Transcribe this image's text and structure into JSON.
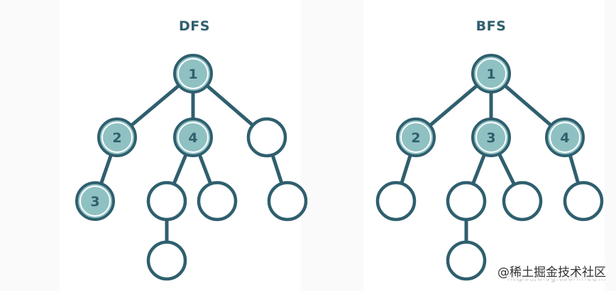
{
  "colors": {
    "edge": "#2f5f6e",
    "node_stroke": "#2f5f6e",
    "visited_fill": "#8fc1c3",
    "unvisited_fill": "#ffffff",
    "label": "#2f5f6e"
  },
  "diagrams": [
    {
      "title": "DFS",
      "nodes": [
        {
          "id": "r",
          "label": "1",
          "visited": true
        },
        {
          "id": "a",
          "label": "2",
          "visited": true
        },
        {
          "id": "b",
          "label": "4",
          "visited": true
        },
        {
          "id": "c",
          "label": "",
          "visited": false
        },
        {
          "id": "a1",
          "label": "3",
          "visited": true
        },
        {
          "id": "b1",
          "label": "",
          "visited": false
        },
        {
          "id": "b2",
          "label": "",
          "visited": false
        },
        {
          "id": "c1",
          "label": "",
          "visited": false
        },
        {
          "id": "b1a",
          "label": "",
          "visited": false
        }
      ],
      "edges": [
        [
          "r",
          "a"
        ],
        [
          "r",
          "b"
        ],
        [
          "r",
          "c"
        ],
        [
          "a",
          "a1"
        ],
        [
          "b",
          "b1"
        ],
        [
          "b",
          "b2"
        ],
        [
          "c",
          "c1"
        ],
        [
          "b1",
          "b1a"
        ]
      ]
    },
    {
      "title": "BFS",
      "nodes": [
        {
          "id": "r",
          "label": "1",
          "visited": true
        },
        {
          "id": "a",
          "label": "2",
          "visited": true
        },
        {
          "id": "b",
          "label": "3",
          "visited": true
        },
        {
          "id": "c",
          "label": "4",
          "visited": true
        },
        {
          "id": "a1",
          "label": "",
          "visited": false
        },
        {
          "id": "b1",
          "label": "",
          "visited": false
        },
        {
          "id": "b2",
          "label": "",
          "visited": false
        },
        {
          "id": "c1",
          "label": "",
          "visited": false
        },
        {
          "id": "b1a",
          "label": "",
          "visited": false
        }
      ],
      "edges": [
        [
          "r",
          "a"
        ],
        [
          "r",
          "b"
        ],
        [
          "r",
          "c"
        ],
        [
          "a",
          "a1"
        ],
        [
          "b",
          "b1"
        ],
        [
          "b",
          "b2"
        ],
        [
          "c",
          "c1"
        ],
        [
          "b1",
          "b1a"
        ]
      ]
    }
  ],
  "watermark": {
    "url_text": "https://blog.csdn.net/...",
    "brand_text": "@稀土掘金技术社区"
  }
}
